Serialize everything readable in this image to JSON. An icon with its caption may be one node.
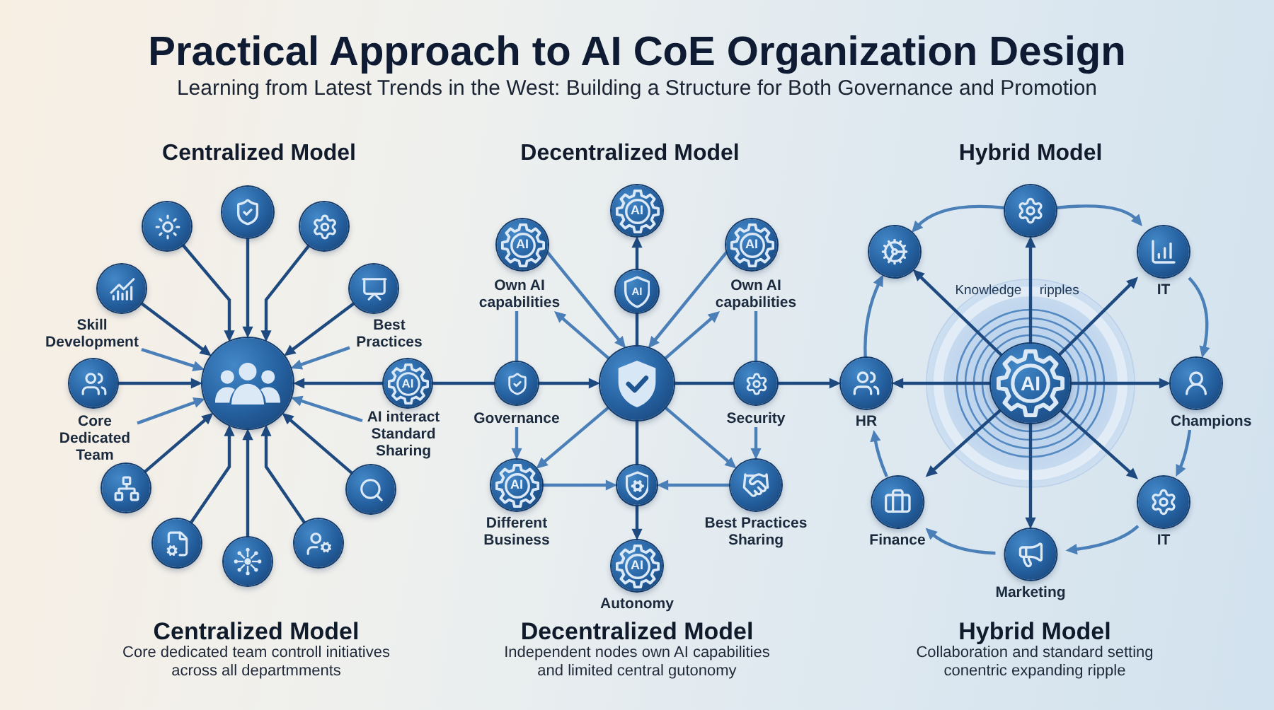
{
  "diagram": {
    "title": "Practical Approach to AI CoE Organization Design",
    "nodes": [
      {
        "text": [],
        "shape": "circle"
      },
      {
        "text": [],
        "shape": "circle"
      },
      {
        "text": [],
        "shape": "circle"
      },
      {
        "text": [],
        "shape": "circle"
      },
      {
        "text": [],
        "shape": "circle"
      },
      {
        "text": [
          "Skill Development"
        ]
      },
      {
        "text": [
          "Best Practices"
        ]
      },
      {
        "text": [],
        "shape": "circle"
      },
      {
        "text": [],
        "shape": "circle"
      },
      {
        "text": [
          "AI"
        ]
      },
      {
        "text": [
          "Core Dedicated Team"
        ]
      },
      {
        "text": [
          "AI interact Standard Sharing"
        ]
      },
      {
        "text": [],
        "shape": "circle"
      },
      {
        "text": [],
        "shape": "circle"
      },
      {
        "text": [],
        "shape": "circle"
      },
      {
        "text": [],
        "shape": "circle"
      },
      {
        "text": [],
        "shape": "circle"
      },
      {
        "text": [
          "AI"
        ]
      },
      {
        "text": [
          "AI"
        ]
      },
      {
        "text": [
          "AI"
        ]
      },
      {
        "text": [
          "AI"
        ]
      },
      {
        "text": [
          "Own AI capabilities"
        ]
      },
      {
        "text": [
          "Own AI capabilities"
        ]
      },
      {
        "text": [],
        "shape": "circle"
      },
      {
        "text": [],
        "shape": "circle"
      },
      {
        "text": [],
        "shape": "circle"
      },
      {
        "text": [
          "Governance"
        ]
      },
      {
        "text": [
          "Security"
        ]
      },
      {
        "text": [
          "AI"
        ],
        "beside": [
          "Different Business"
        ]
      },
      {
        "text": [],
        "shape": "circle"
      },
      {
        "text": [],
        "shape": "circle",
        "beside": [
          "Best Practices Sharing"
        ]
      },
      {
        "text": [
          "AI"
        ],
        "beside": [
          "Autonomy"
        ]
      },
      {
        "text": [],
        "shape": "circle"
      },
      {
        "text": [],
        "shape": "circle"
      },
      {
        "text": [
          "IT"
        ]
      },
      {
        "text": [
          "HR"
        ]
      },
      {
        "text": [
          "Knowledge ripples"
        ]
      },
      {
        "text": [
          "AI"
        ],
        "in": 36
      },
      {
        "text": [
          "Champions"
        ]
      },
      {
        "text": [
          "Finance"
        ]
      },
      {
        "text": [
          "IT"
        ]
      },
      {
        "text": [
          "Marketing"
        ]
      }
    ],
    "edges": [
      {
        "from": 0,
        "to": 8,
        "arrow": "to"
      },
      {
        "from": 1,
        "to": 8,
        "arrow": "to"
      },
      {
        "from": 2,
        "to": 8,
        "arrow": "to"
      },
      {
        "from": 3,
        "to": 8,
        "arrow": "to"
      },
      {
        "from": 4,
        "to": 8,
        "arrow": "to"
      },
      {
        "from": 7,
        "to": 8,
        "arrow": "to"
      },
      {
        "from": 9,
        "to": 8,
        "arrow": "to"
      },
      {
        "from": 12,
        "to": 8,
        "arrow": "to"
      },
      {
        "from": 13,
        "to": 8,
        "arrow": "to"
      },
      {
        "from": 14,
        "to": 8,
        "arrow": "to"
      },
      {
        "from": 15,
        "to": 8,
        "arrow": "to"
      },
      {
        "from": 16,
        "to": 8,
        "arrow": "to"
      },
      {
        "from": 5,
        "to": 8,
        "arrow": "to",
        "color": "#4a7fb8"
      },
      {
        "from": 6,
        "to": 8,
        "arrow": "to",
        "color": "#4a7fb8"
      },
      {
        "from": 10,
        "to": 8,
        "arrow": "to",
        "color": "#4a7fb8"
      },
      {
        "from": 11,
        "to": 8,
        "arrow": "to",
        "color": "#4a7fb8"
      },
      {
        "from": 9,
        "to": 23,
        "arrow": "none"
      },
      {
        "from": 23,
        "to": 24,
        "arrow": "to"
      },
      {
        "from": 24,
        "to": 25,
        "arrow": "none"
      },
      {
        "from": 25,
        "to": 35,
        "arrow": "to"
      },
      {
        "from": 24,
        "to": 20,
        "arrow": "none"
      },
      {
        "from": 20,
        "to": 17,
        "arrow": "to"
      },
      {
        "from": 24,
        "to": 29,
        "arrow": "none"
      },
      {
        "from": 29,
        "to": 31,
        "arrow": "to"
      },
      {
        "from": 18,
        "to": 24,
        "arrow": "to",
        "color": "#4a7fb8"
      },
      {
        "from": 24,
        "to": 21,
        "arrow": "to",
        "color": "#4a7fb8"
      },
      {
        "from": 19,
        "to": 24,
        "arrow": "to",
        "color": "#4a7fb8"
      },
      {
        "from": 24,
        "to": 22,
        "arrow": "to",
        "color": "#4a7fb8"
      },
      {
        "from": 21,
        "to": 23,
        "arrow": "none",
        "color": "#4a7fb8"
      },
      {
        "from": 22,
        "to": 25,
        "arrow": "none",
        "color": "#4a7fb8"
      },
      {
        "from": 26,
        "to": 28,
        "arrow": "to",
        "color": "#4a7fb8"
      },
      {
        "from": 27,
        "to": 30,
        "arrow": "to",
        "color": "#4a7fb8"
      },
      {
        "from": 24,
        "to": 28,
        "arrow": "to",
        "color": "#4a7fb8"
      },
      {
        "from": 24,
        "to": 30,
        "arrow": "to",
        "color": "#4a7fb8"
      },
      {
        "from": 28,
        "to": 29,
        "arrow": "to",
        "color": "#4a7fb8"
      },
      {
        "from": 30,
        "to": 29,
        "arrow": "to",
        "color": "#4a7fb8"
      },
      {
        "from": 37,
        "to": 32,
        "arrow": "to"
      },
      {
        "from": 37,
        "to": 33,
        "arrow": "to"
      },
      {
        "from": 37,
        "to": 34,
        "arrow": "to"
      },
      {
        "from": 37,
        "to": 35,
        "arrow": "to"
      },
      {
        "from": 37,
        "to": 38,
        "arrow": "to"
      },
      {
        "from": 37,
        "to": 39,
        "arrow": "to"
      },
      {
        "from": 37,
        "to": 40,
        "arrow": "to"
      },
      {
        "from": 37,
        "to": 41,
        "arrow": "to"
      },
      {
        "from": 32,
        "to": 34,
        "arrow": "to",
        "color": "#4a7fb8"
      },
      {
        "from": 34,
        "to": 38,
        "arrow": "to",
        "color": "#4a7fb8"
      },
      {
        "from": 38,
        "to": 40,
        "arrow": "to",
        "color": "#4a7fb8"
      },
      {
        "from": 40,
        "to": 41,
        "arrow": "to",
        "color": "#4a7fb8"
      },
      {
        "from": 41,
        "to": 39,
        "arrow": "to",
        "color": "#4a7fb8"
      },
      {
        "from": 39,
        "to": 35,
        "arrow": "to",
        "color": "#4a7fb8"
      },
      {
        "from": 35,
        "to": 33,
        "arrow": "to",
        "color": "#4a7fb8"
      },
      {
        "from": 32,
        "to": 33,
        "arrow": "to",
        "color": "#4a7fb8"
      }
    ],
    "labels": [
      "Learning from Latest Trends in the West: Building a Structure for Both Governance and Promotion",
      "Centralized Model",
      "Decentralized Model",
      "Hybrid Model",
      "Centralized Model",
      "Core dedicated team controll initiatives across all departmments",
      "Decentralized Model",
      "Independent nodes own AI capabilities and limited central gutonomy",
      "Hybrid Model",
      "Collaboration and standard setting conentric expanding ripple"
    ]
  }
}
